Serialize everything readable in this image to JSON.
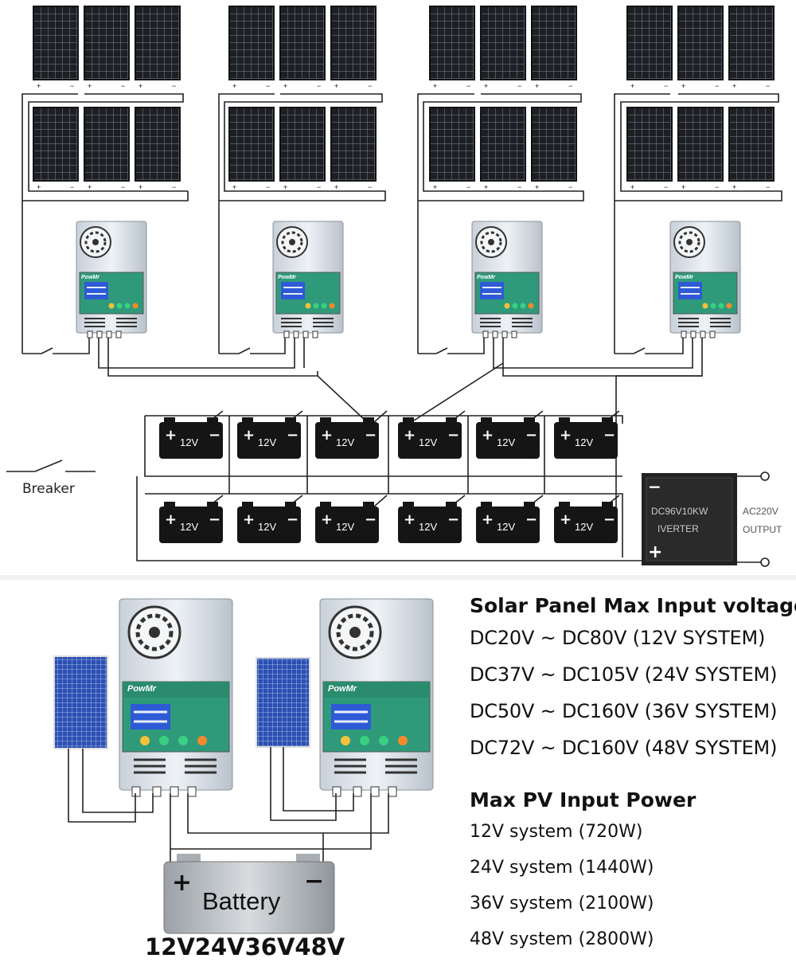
{
  "breaker_label": "Breaker",
  "controller_brand": "PowMr",
  "battery_labels": [
    "12V",
    "12V",
    "12V",
    "12V",
    "12V",
    "12V",
    "12V",
    "12V",
    "12V",
    "12V",
    "12V",
    "12V"
  ],
  "inverter": {
    "minus": "−",
    "plus": "+",
    "model": "DC96V10KW",
    "type": "IVERTER",
    "output_line1": "AC220V",
    "output_line2": "OUTPUT"
  },
  "battery_block": {
    "label": "Battery",
    "plus": "+",
    "minus": "−",
    "system_voltages": "12V24V36V48V"
  },
  "specs": {
    "voltage_title": "Solar Panel Max Input voltage",
    "voltage_rows": [
      "DC20V ~ DC80V (12V SYSTEM)",
      "DC37V ~ DC105V (24V SYSTEM)",
      "DC50V ~ DC160V (36V SYSTEM)",
      "DC72V ~ DC160V (48V SYSTEM)"
    ],
    "power_title": "Max PV Input Power",
    "power_rows": [
      "12V system (720W)",
      "24V system (1440W)",
      "36V system (2100W)",
      "48V system (2800W)"
    ]
  },
  "colors": {
    "panel": "#1d1f24",
    "panel_grid": "#7d8a96",
    "controller_body": "#dde3ea",
    "controller_face": "#2f9a7a",
    "battery": "#151515",
    "blue_panel": "#2b4fb3"
  }
}
